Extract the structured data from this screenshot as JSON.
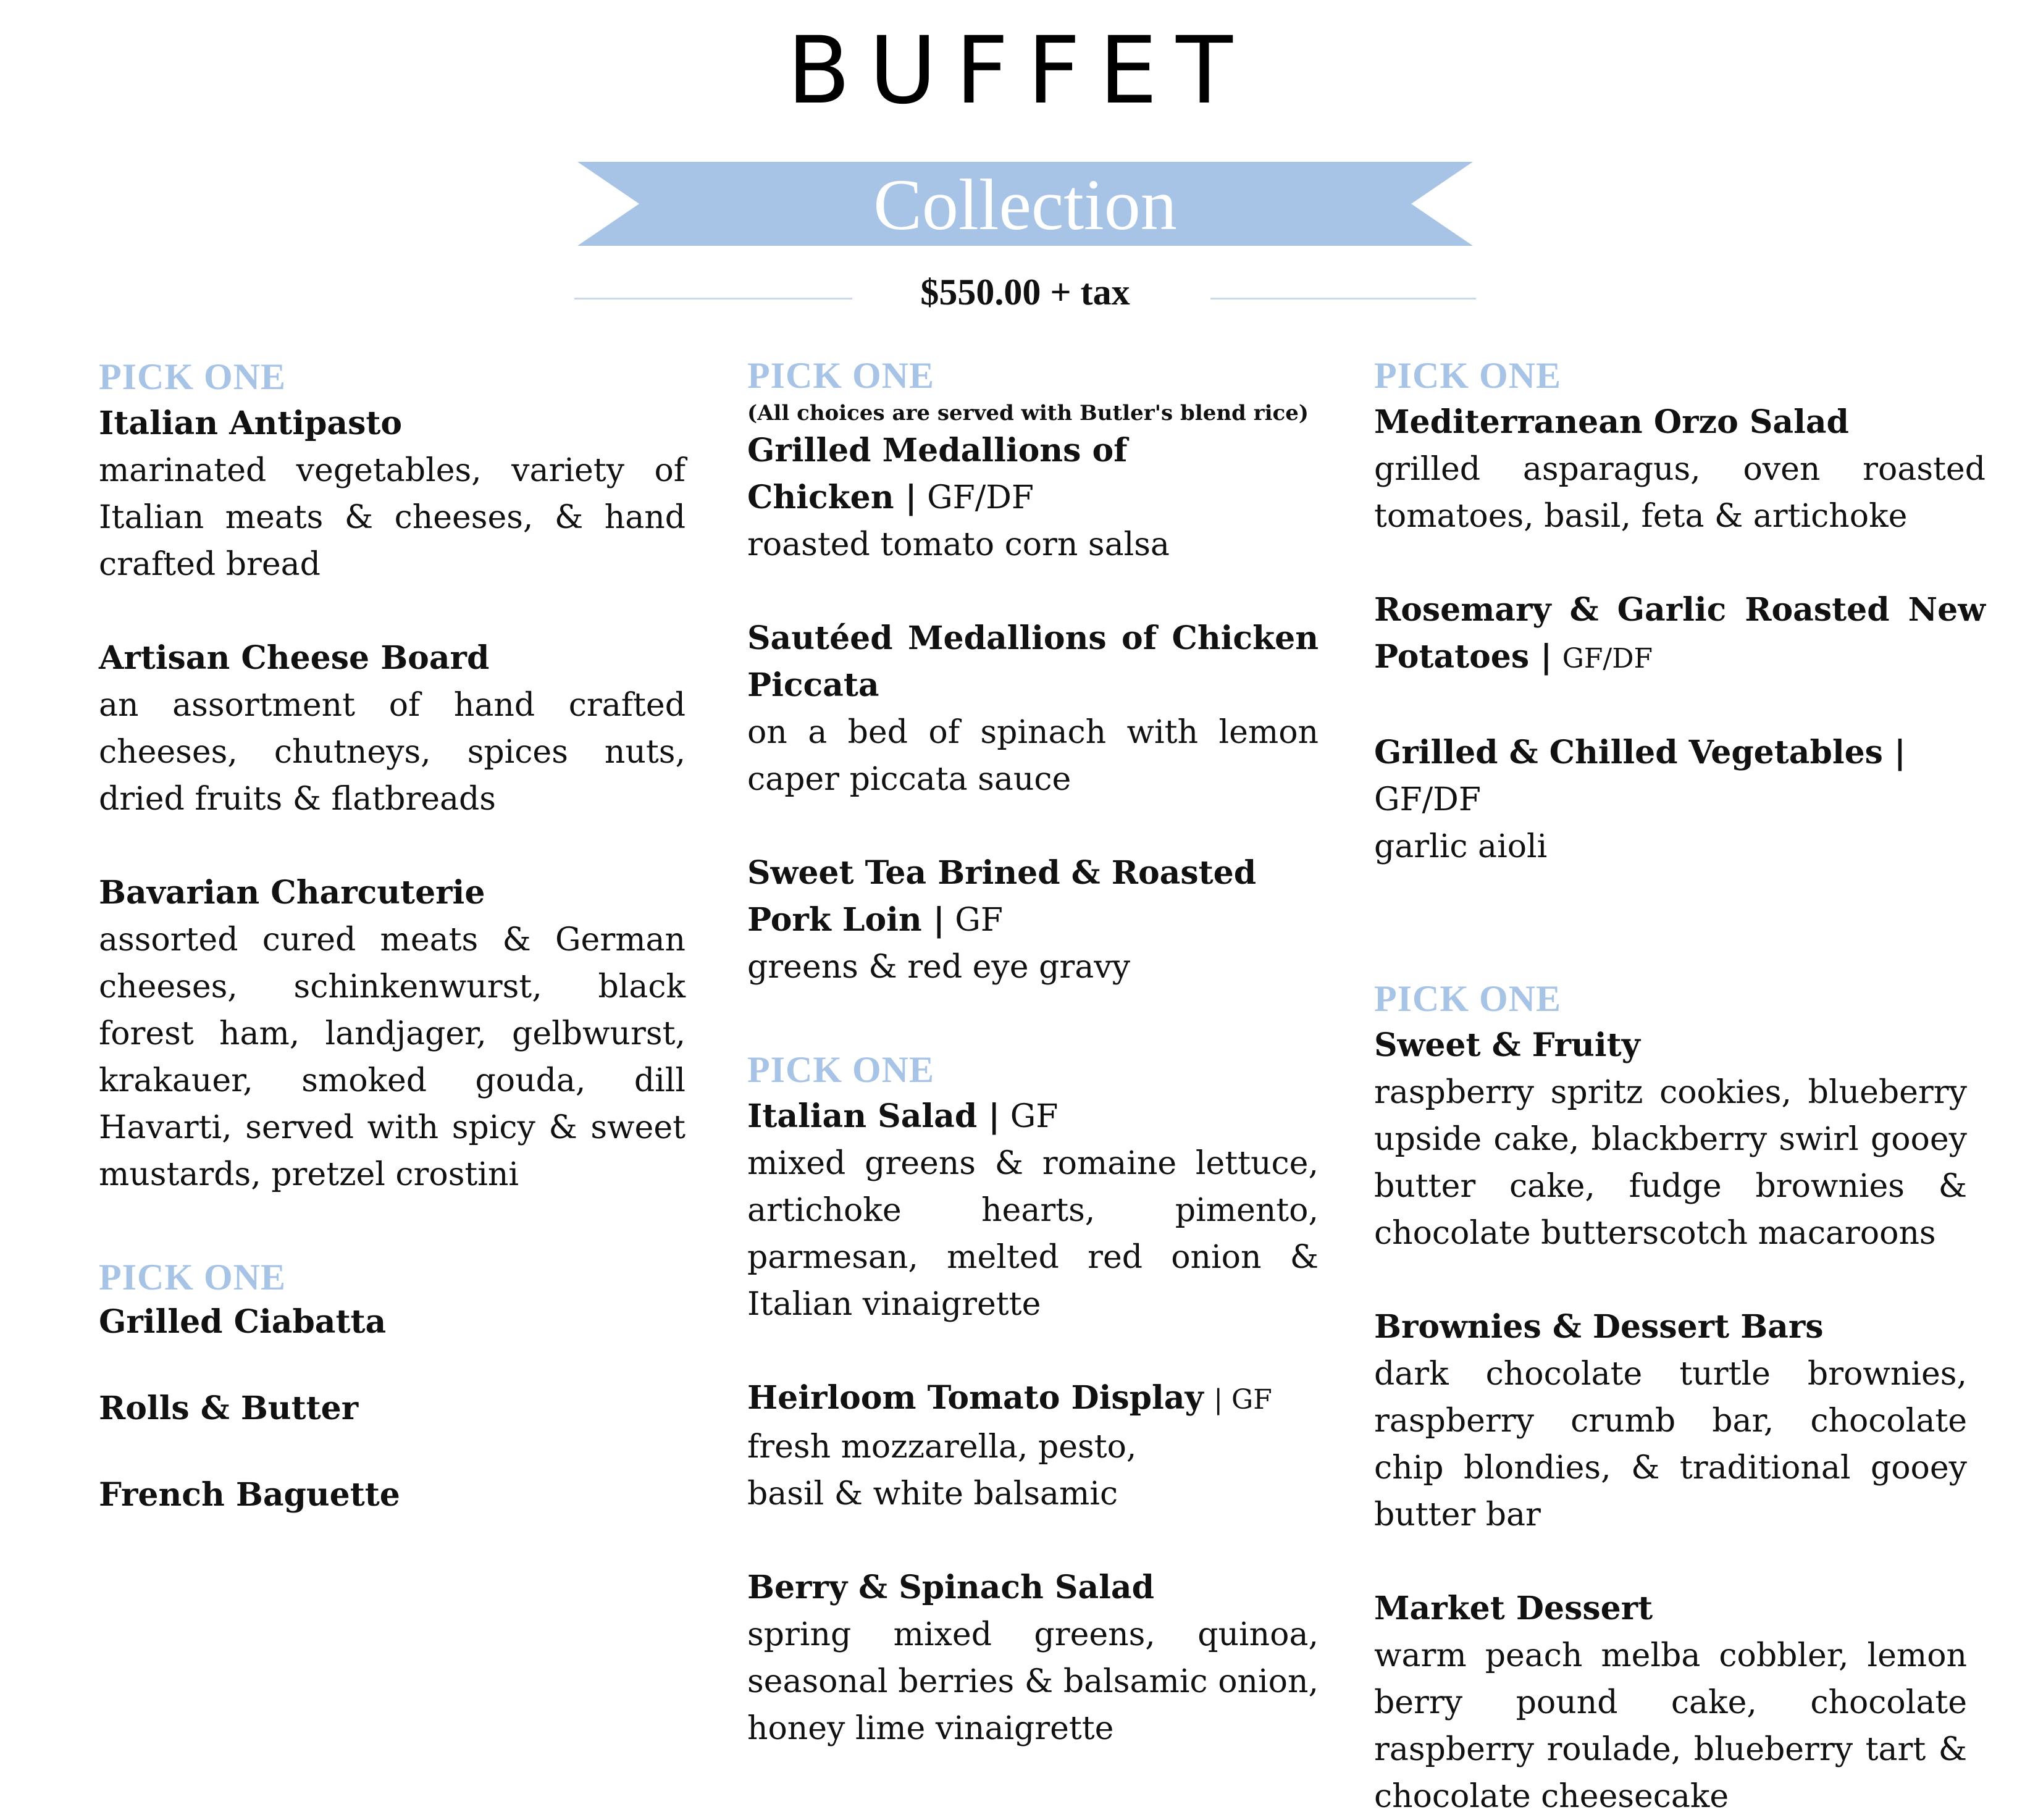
{
  "header": {
    "title": "BUFFET",
    "subtitle": "Collection",
    "price": "$550.00 + tax"
  },
  "colors": {
    "accent": "#a7c3e6",
    "ribbon": "#a7c3e6",
    "rule": "#c9d8ea",
    "text": "#111111"
  },
  "col1": {
    "section1": {
      "heading": "PICK ONE",
      "items": [
        {
          "name": "Italian Antipasto",
          "desc": "marinated vegetables, variety of Italian meats & cheeses, & hand crafted bread"
        },
        {
          "name": "Artisan Cheese Board",
          "desc": "an assortment of hand crafted cheeses, chutneys, spices nuts, dried fruits & flatbreads"
        },
        {
          "name": "Bavarian Charcuterie",
          "desc": "assorted cured meats & German cheeses, schinkenwurst, black forest ham, landjager, gelbwurst, krakauer, smoked gouda, dill Havarti, served with spicy & sweet mustards, pretzel crostini"
        }
      ]
    },
    "section2": {
      "heading": "PICK ONE",
      "items": [
        "Grilled Ciabatta",
        "Rolls & Butter",
        "French Baguette"
      ]
    }
  },
  "col2": {
    "section1": {
      "heading": "PICK ONE",
      "note": "(All choices are served with Butler's blend rice)",
      "items": [
        {
          "name": "Grilled Medallions of Chicken |",
          "tag": "GF/DF",
          "desc": "roasted tomato corn salsa"
        },
        {
          "name": "Sautéed Medallions of Chicken Piccata",
          "tag": "",
          "desc": "on a bed of spinach with lemon caper piccata sauce"
        },
        {
          "name": "Sweet Tea Brined & Roasted Pork Loin |",
          "tag": "GF",
          "desc": "greens & red eye gravy"
        }
      ]
    },
    "section2": {
      "heading": "PICK ONE",
      "items": [
        {
          "name": "Italian Salad |",
          "tag": "GF",
          "desc": "mixed greens & romaine lettuce, artichoke hearts, pimento, parmesan, melted red onion & Italian vinaigrette"
        },
        {
          "name": "Heirloom Tomato Display",
          "tag": "| GF",
          "desc": "fresh mozzarella, pesto, basil & white balsamic"
        },
        {
          "name": "Berry & Spinach Salad",
          "tag": "",
          "desc": "spring mixed greens, quinoa, seasonal berries & balsamic onion, honey lime vinaigrette"
        }
      ]
    }
  },
  "col3": {
    "section1": {
      "heading": "PICK ONE",
      "items": [
        {
          "name": "Mediterranean Orzo Salad",
          "tag": "",
          "desc": "grilled asparagus, oven roasted tomatoes, basil, feta & artichoke"
        },
        {
          "name": "Rosemary & Garlic Roasted New Potatoes |",
          "tag": "GF/DF",
          "desc": ""
        },
        {
          "name": "Grilled & Chilled Vegetables |",
          "tag": "GF/DF",
          "desc": "garlic aioli"
        }
      ]
    },
    "section2": {
      "heading": "PICK ONE",
      "items": [
        {
          "name": "Sweet & Fruity",
          "desc": "raspberry spritz cookies, blueberry upside cake, blackberry swirl gooey butter cake, fudge brownies & chocolate butterscotch macaroons"
        },
        {
          "name": "Brownies & Dessert Bars",
          "desc": "dark chocolate turtle brownies, raspberry crumb bar, chocolate chip blondies, & traditional gooey butter bar"
        },
        {
          "name": "Market Dessert",
          "desc": "warm peach melba cobbler, lemon berry pound cake, chocolate raspberry roulade, blueberry tart & chocolate cheesecake"
        }
      ]
    }
  }
}
